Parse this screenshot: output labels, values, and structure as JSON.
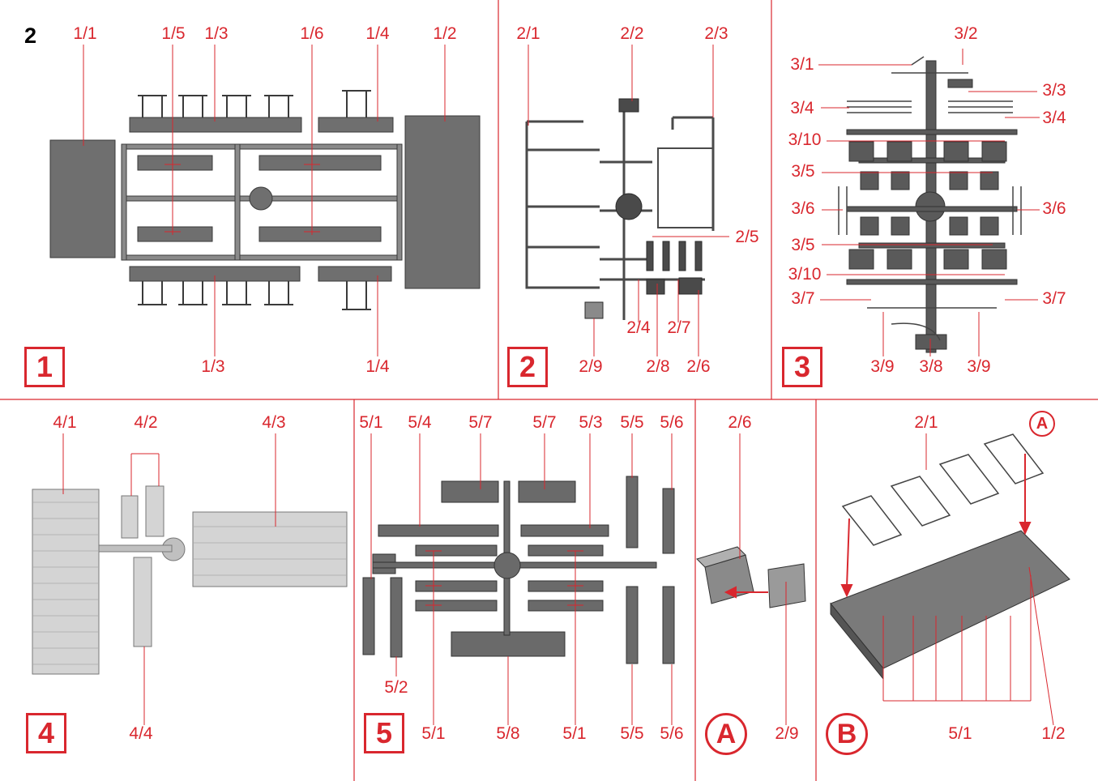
{
  "page_number": "2",
  "panels": {
    "p1": {
      "badge": "1",
      "labels": [
        "1/1",
        "1/5",
        "1/3",
        "1/6",
        "1/4",
        "1/2",
        "1/3",
        "1/4"
      ]
    },
    "p2": {
      "badge": "2",
      "labels": [
        "2/1",
        "2/2",
        "2/3",
        "2/5",
        "2/4",
        "2/7",
        "2/9",
        "2/8",
        "2/6"
      ]
    },
    "p3": {
      "badge": "3",
      "labels": [
        "3/2",
        "3/1",
        "3/3",
        "3/4",
        "3/4",
        "3/10",
        "3/5",
        "3/6",
        "3/6",
        "3/5",
        "3/10",
        "3/7",
        "3/7",
        "3/9",
        "3/8",
        "3/9"
      ]
    },
    "p4": {
      "badge": "4",
      "labels": [
        "4/1",
        "4/2",
        "4/3",
        "4/4"
      ]
    },
    "p5": {
      "badge": "5",
      "labels": [
        "5/1",
        "5/4",
        "5/7",
        "5/7",
        "5/3",
        "5/5",
        "5/6",
        "5/2",
        "5/1",
        "5/8",
        "5/1",
        "5/5",
        "5/6"
      ]
    },
    "pA": {
      "badge": "A",
      "labels": [
        "2/6",
        "2/9"
      ]
    },
    "pB": {
      "badge": "B",
      "marker": "A",
      "labels": [
        "2/1",
        "5/1",
        "1/2"
      ]
    }
  },
  "colors": {
    "accent": "#d9272e",
    "plastic": "#6f6f6f",
    "plastic_dark": "#4a4a4a",
    "plastic_light": "#cfcfcf"
  }
}
